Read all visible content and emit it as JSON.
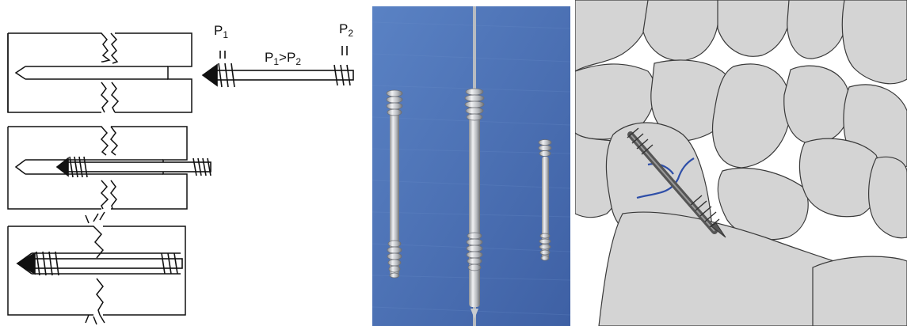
{
  "diagram": {
    "label_p1": "P",
    "label_p1_sub": "1",
    "label_p2": "P",
    "label_p2_sub": "2",
    "label_relation_a": "P",
    "label_relation_a_sub": "1",
    "label_relation_op": ">P",
    "label_relation_b_sub": "2"
  },
  "photo": {
    "background_color": "#4a6fb0",
    "screw_color": "#c9ccd0"
  },
  "illustration": {
    "bone_color": "#d4d4d4",
    "fracture_line_color": "#2f4fa8",
    "screw_color": "#555555"
  }
}
